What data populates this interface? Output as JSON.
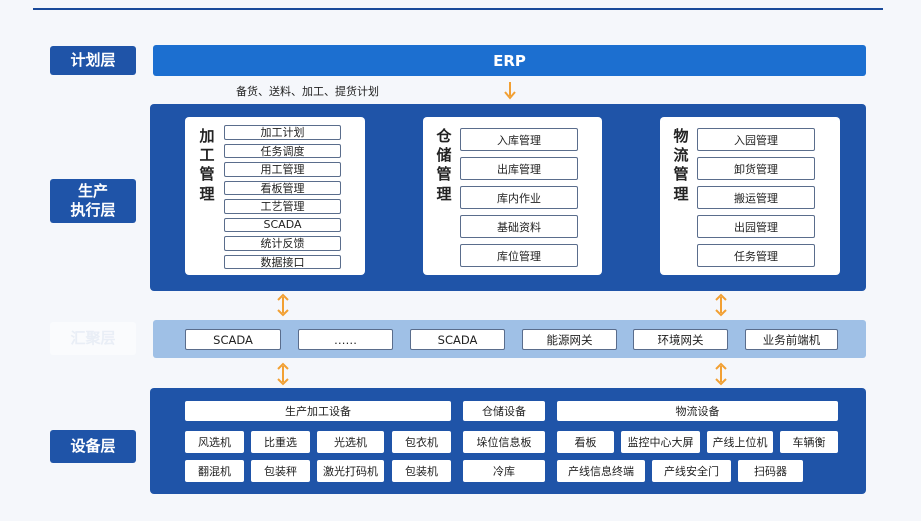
{
  "layers": {
    "plan": "计划层",
    "exec_line1": "生产",
    "exec_line2": "执行层",
    "edge": "汇聚层",
    "device": "设备层"
  },
  "erp": "ERP",
  "erp_note": "备货、送料、加工、提货计划",
  "modules": {
    "processing": {
      "title": [
        "加",
        "工",
        "管",
        "理"
      ],
      "items": [
        "加工计划",
        "任务调度",
        "用工管理",
        "看板管理",
        "工艺管理",
        "SCADA",
        "统计反馈",
        "数据接口"
      ]
    },
    "warehouse": {
      "title": [
        "仓",
        "储",
        "管",
        "理"
      ],
      "items": [
        "入库管理",
        "出库管理",
        "库内作业",
        "基础资料",
        "库位管理"
      ]
    },
    "logistics": {
      "title": [
        "物",
        "流",
        "管",
        "理"
      ],
      "items": [
        "入园管理",
        "卸货管理",
        "搬运管理",
        "出园管理",
        "任务管理"
      ]
    }
  },
  "edge_items": [
    "SCADA",
    "……",
    "SCADA",
    "能源网关",
    "环境网关",
    "业务前端机"
  ],
  "devices": {
    "processing_header": "生产加工设备",
    "processing_row1": [
      "风选机",
      "比重选",
      "光选机",
      "包衣机"
    ],
    "processing_row2": [
      "翻混机",
      "包装秤",
      "激光打码机",
      "包装机"
    ],
    "warehouse_header": "仓储设备",
    "warehouse_items": [
      "垛位信息板",
      "冷库"
    ],
    "logistics_header": "物流设备",
    "logistics_row1": [
      "看板",
      "监控中心大屏",
      "产线上位机",
      "车辆衡"
    ],
    "logistics_row2": [
      "产线信息终端",
      "产线安全门",
      "扫码器"
    ]
  },
  "colors": {
    "dark_blue": "#1f54a8",
    "erp_blue": "#1c6fd0",
    "light_blue": "#9fc0e6",
    "arrow_orange": "#f2a033"
  },
  "icons": {
    "arrow": "arrow-icon"
  }
}
